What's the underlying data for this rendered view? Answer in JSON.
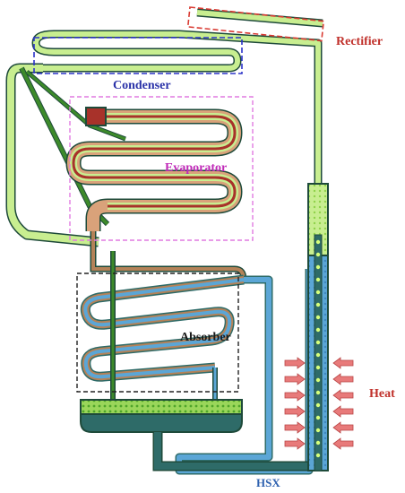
{
  "labels": {
    "rectifier": "Rectifier",
    "condenser": "Condenser",
    "evaporator": "Evaporator",
    "absorber": "Absorber",
    "heat": "Heat",
    "hsx": "HSX"
  },
  "colors": {
    "rectifier_label": "#c0302a",
    "rectifier_box": "#d93a32",
    "condenser_label": "#2a32a8",
    "condenser_box": "#2b33c9",
    "evaporator_label": "#c02ab8",
    "evaporator_box": "#e07ae0",
    "absorber_label": "#1a1a1a",
    "absorber_box": "#222222",
    "heat_label": "#c0302a",
    "heat_arrow": "#e87a7a",
    "hsx_label": "#2f62b0",
    "pipe_vapor": "#c8ee90",
    "pipe_liquid_green": "#3d8a2a",
    "pipe_solution": "#5ba6d6",
    "pipe_dark": "#2e6b68",
    "pipe_brown": "#b48258",
    "pipe_red": "#a8322a",
    "outline": "#1e4a3a"
  },
  "icons": {
    "heat_arrow": "arrow-right-icon"
  }
}
